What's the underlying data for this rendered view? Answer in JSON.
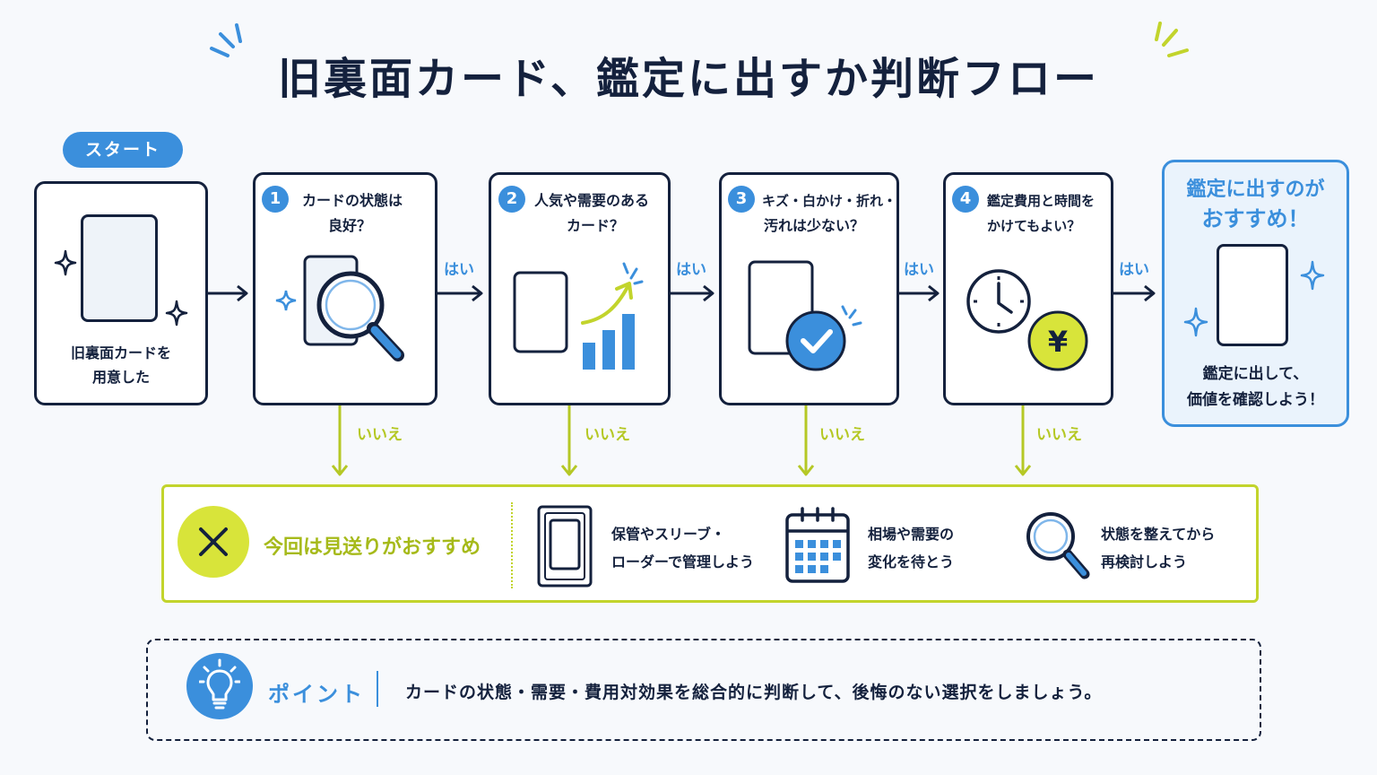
{
  "title": "旧裏面カード、鑑定に出すか判断フロー",
  "start": {
    "pill": "スタート",
    "label_line1": "旧裏面カードを",
    "label_line2": "用意した"
  },
  "steps": [
    {
      "num": "1",
      "q_line1": "カードの状態は",
      "q_line2": "良好？",
      "yes": "はい",
      "no": "いいえ",
      "icon": "magnifier-icon"
    },
    {
      "num": "2",
      "q_line1": "人気や需要のある",
      "q_line2": "カード？",
      "yes": "はい",
      "no": "いいえ",
      "icon": "trend-chart-icon"
    },
    {
      "num": "3",
      "q_line1": "キズ・白かけ・折れ・",
      "q_line2": "汚れは少ない？",
      "yes": "はい",
      "no": "いいえ",
      "icon": "check-icon"
    },
    {
      "num": "4",
      "q_line1": "鑑定費用と時間を",
      "q_line2": "かけてもよい？",
      "yes": "はい",
      "no": "いいえ",
      "icon": "clock-yen-icon"
    }
  ],
  "final": {
    "head_line1": "鑑定に出すのが",
    "head_line2": "おすすめ！",
    "msg_line1": "鑑定に出して、",
    "msg_line2": "価値を確認しよう！"
  },
  "skip": {
    "label": "今回は見送りがおすすめ",
    "tips": [
      {
        "line1": "保管やスリーブ・",
        "line2": "ローダーで管理しよう",
        "icon": "card-loader-icon"
      },
      {
        "line1": "相場や需要の",
        "line2": "変化を待とう",
        "icon": "calendar-icon"
      },
      {
        "line1": "状態を整えてから",
        "line2": "再検討しよう",
        "icon": "magnifier-icon"
      }
    ]
  },
  "point": {
    "label": "ポイント",
    "text": "カードの状態・需要・費用対効果を総合的に判断して、後悔のない選択をしましょう。"
  },
  "colors": {
    "navy": "#14213d",
    "blue": "#3b8fdc",
    "lime": "#c2d42c"
  }
}
